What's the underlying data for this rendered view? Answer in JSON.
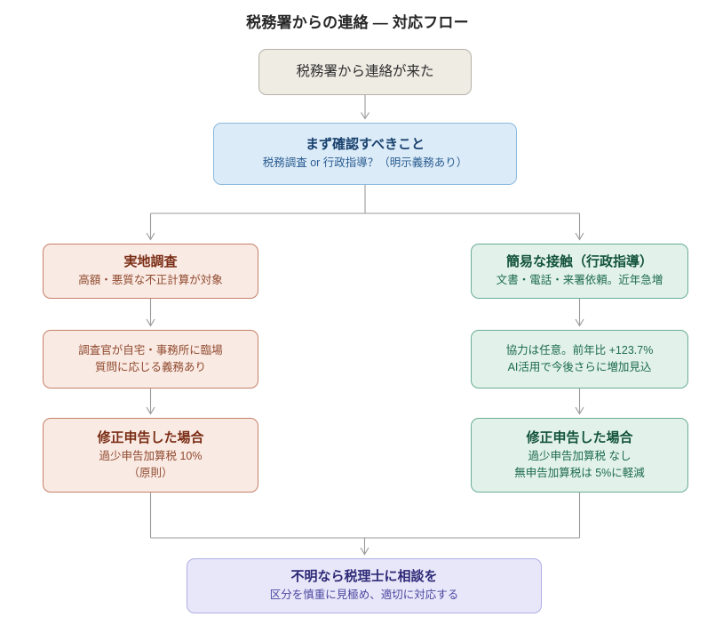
{
  "chart_data": {
    "type": "diagram",
    "title": "税務署からの連絡 — 対応フロー",
    "layout": "top-down flowchart with two parallel branches merging into one terminal node",
    "nodes": [
      {
        "id": "start",
        "title": "税務署から連絡が来た",
        "subtitle": "",
        "color": "#efece4"
      },
      {
        "id": "check",
        "title": "まず確認すべきこと",
        "subtitle": "税務調査 or 行政指導？（明示義務あり）",
        "color": "#dcebf8"
      },
      {
        "id": "field",
        "title": "実地調査",
        "subtitle": "高額・悪質な不正計算が対象",
        "color": "#faeae4"
      },
      {
        "id": "field2",
        "title": "調査官が自宅・事務所に臨場",
        "subtitle": "質問に応じる義務あり",
        "color": "#faeae4"
      },
      {
        "id": "field3",
        "title": "修正申告した場合",
        "subtitle": "過少申告加算税 10%\n（原則）",
        "color": "#faeae4"
      },
      {
        "id": "simple",
        "title": "簡易な接触（行政指導）",
        "subtitle": "文書・電話・来署依頼。近年急増",
        "color": "#e2f2ea"
      },
      {
        "id": "simple2",
        "title": "協力は任意。前年比 +123.7%",
        "subtitle": "AI活用で今後さらに増加見込",
        "color": "#e2f2ea"
      },
      {
        "id": "simple3",
        "title": "修正申告した場合",
        "subtitle": "過少申告加算税 なし\n無申告加算税は 5%に軽減",
        "color": "#e2f2ea"
      },
      {
        "id": "advice",
        "title": "不明なら税理士に相談を",
        "subtitle": "区分を慎重に見極め、適切に対応する",
        "color": "#e8e7f9"
      }
    ],
    "edges": [
      {
        "from": "start",
        "to": "check"
      },
      {
        "from": "check",
        "to": "field"
      },
      {
        "from": "check",
        "to": "simple"
      },
      {
        "from": "field",
        "to": "field2"
      },
      {
        "from": "field2",
        "to": "field3"
      },
      {
        "from": "simple",
        "to": "simple2"
      },
      {
        "from": "simple2",
        "to": "simple3"
      },
      {
        "from": "field3",
        "to": "advice"
      },
      {
        "from": "simple3",
        "to": "advice"
      }
    ],
    "annotations": {
      "percent_increase_yoy": "+123.7%",
      "understatement_penalty_audit": "10%",
      "understatement_penalty_guidance": "なし",
      "nonfiling_penalty_reduced": "5%"
    }
  },
  "title": "税務署からの連絡 — 対応フロー",
  "nodes": {
    "start": {
      "title": "税務署から連絡が来た",
      "subtitle": ""
    },
    "check": {
      "title": "まず確認すべきこと",
      "subtitle": "税務調査 or 行政指導？（明示義務あり）"
    },
    "field": {
      "title": "実地調査",
      "subtitle": "高額・悪質な不正計算が対象"
    },
    "field2": {
      "line1": "調査官が自宅・事務所に臨場",
      "line2": "質問に応じる義務あり"
    },
    "field3": {
      "title": "修正申告した場合",
      "line1": "過少申告加算税 10%",
      "line2": "（原則）"
    },
    "simple": {
      "title": "簡易な接触（行政指導）",
      "subtitle": "文書・電話・来署依頼。近年急増"
    },
    "simple2": {
      "line1": "協力は任意。前年比 +123.7%",
      "line2": "AI活用で今後さらに増加見込"
    },
    "simple3": {
      "title": "修正申告した場合",
      "line1": "過少申告加算税 なし",
      "line2": "無申告加算税は 5%に軽減"
    },
    "advice": {
      "title": "不明なら税理士に相談を",
      "subtitle": "区分を慎重に見極め、適切に対応する"
    }
  },
  "colors": {
    "start_fill": "#efece4",
    "start_border": "#b4b1a6",
    "blue_fill": "#dcebf8",
    "blue_border": "#8cb9de",
    "red_fill": "#faeae4",
    "red_border": "#c58169",
    "green_fill": "#e2f2ea",
    "green_border": "#69ad96",
    "purple_fill": "#e8e7f9",
    "purple_border": "#b0aee4",
    "connector": "#9a9a9a",
    "title_text": "#262626",
    "background": "#ffffff"
  }
}
